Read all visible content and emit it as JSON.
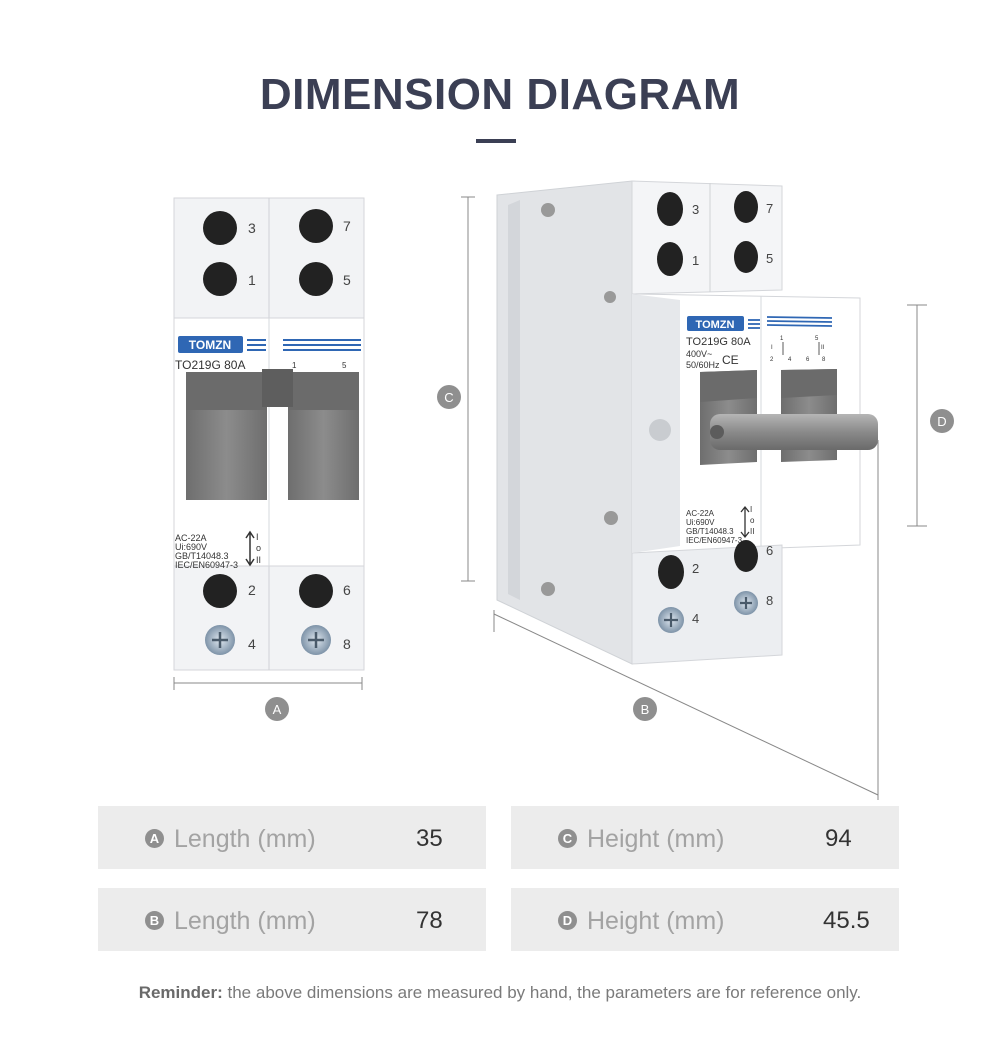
{
  "title": "DIMENSION DIAGRAM",
  "front_device": {
    "top_terminals": [
      "3",
      "1",
      "7",
      "5"
    ],
    "brand": "TOMZN",
    "model": "TO219G 80A",
    "contact_marks": [
      "1",
      "5"
    ],
    "spec_lines": [
      "AC-22A",
      "Ui:690V",
      "GB/T14048.3",
      "IEC/EN60947-3"
    ],
    "position_marks": [
      "I",
      "o",
      "II"
    ],
    "bottom_terminals": [
      "2",
      "4",
      "6",
      "8"
    ]
  },
  "side_device": {
    "top_terminals": [
      "3",
      "1",
      "7",
      "5"
    ],
    "brand": "TOMZN",
    "model": "TO219G 80A",
    "rating_lines": [
      "400V~",
      "50/60Hz"
    ],
    "ce_mark": "CE",
    "schematic_marks": [
      "I",
      "1",
      "5",
      "II",
      "2",
      "4",
      "6",
      "8"
    ],
    "spec_lines": [
      "AC-22A",
      "Ui:690V",
      "GB/T14048.3",
      "IEC/EN60947-3"
    ],
    "position_marks": [
      "I",
      "o",
      "II"
    ],
    "bottom_terminals": [
      "2",
      "6",
      "4",
      "8"
    ]
  },
  "dimension_markers": {
    "a": "A",
    "b": "B",
    "c": "C",
    "d": "D"
  },
  "specs": [
    {
      "badge": "A",
      "label": "Length (mm)",
      "value": "35"
    },
    {
      "badge": "C",
      "label": "Height (mm)",
      "value": "94"
    },
    {
      "badge": "B",
      "label": "Length (mm)",
      "value": "78"
    },
    {
      "badge": "D",
      "label": "Height (mm)",
      "value": "45.5"
    }
  ],
  "reminder": {
    "label": "Reminder:",
    "text": " the above dimensions are measured by hand, the parameters are for reference only."
  },
  "colors": {
    "title": "#3b3f54",
    "handle": "#7d7d7d",
    "badge": "#8f8f8f",
    "spec_bg": "#ececec",
    "brand_blue": "#2f67b4"
  }
}
